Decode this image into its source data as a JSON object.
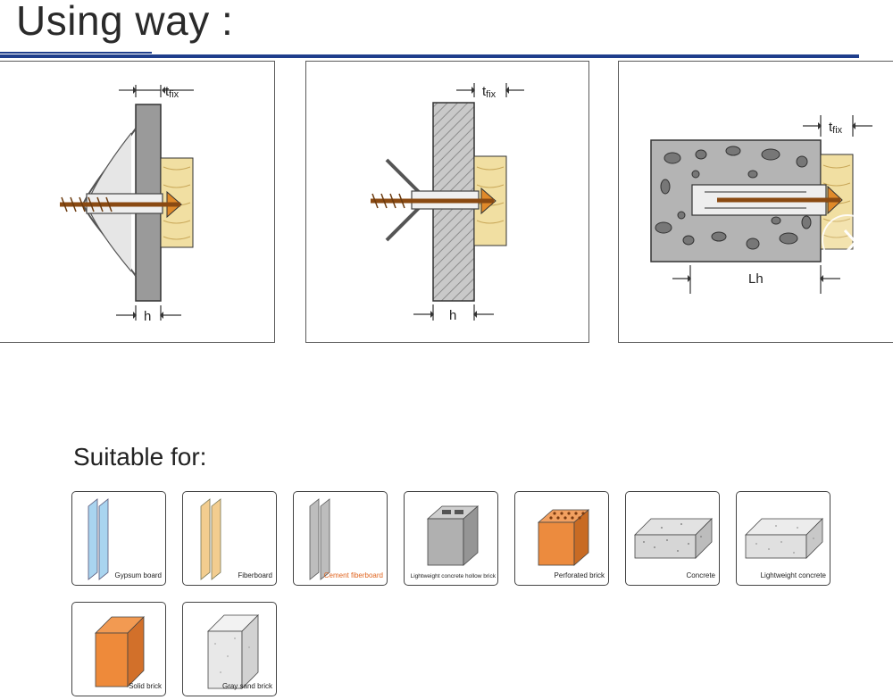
{
  "header": {
    "title": "Using way :"
  },
  "diagrams": {
    "panel1": {
      "top_dim": "t",
      "top_dim_sub": "fix",
      "bottom_dim": "h"
    },
    "panel2": {
      "top_dim": "t",
      "top_dim_sub": "fix",
      "bottom_dim": "h"
    },
    "panel3": {
      "top_dim": "t",
      "top_dim_sub": "fix",
      "bottom_dim": "Lh"
    }
  },
  "suitable": {
    "heading": "Suitable for:",
    "materials": [
      {
        "label": "Gypsum board"
      },
      {
        "label": "Fiberboard"
      },
      {
        "label": "Cement fiberboard"
      },
      {
        "label": "Lightweight concrete hollow brick"
      },
      {
        "label": "Perforated brick"
      },
      {
        "label": "Concrete"
      },
      {
        "label": "Lightweight concrete"
      },
      {
        "label": "Solid brick"
      },
      {
        "label": "Gray sand brick"
      }
    ]
  },
  "colors": {
    "accent_rule": "#1f3e8c",
    "cement_label": "#e0641f"
  },
  "icons": {
    "next": "chevron-right-icon"
  }
}
